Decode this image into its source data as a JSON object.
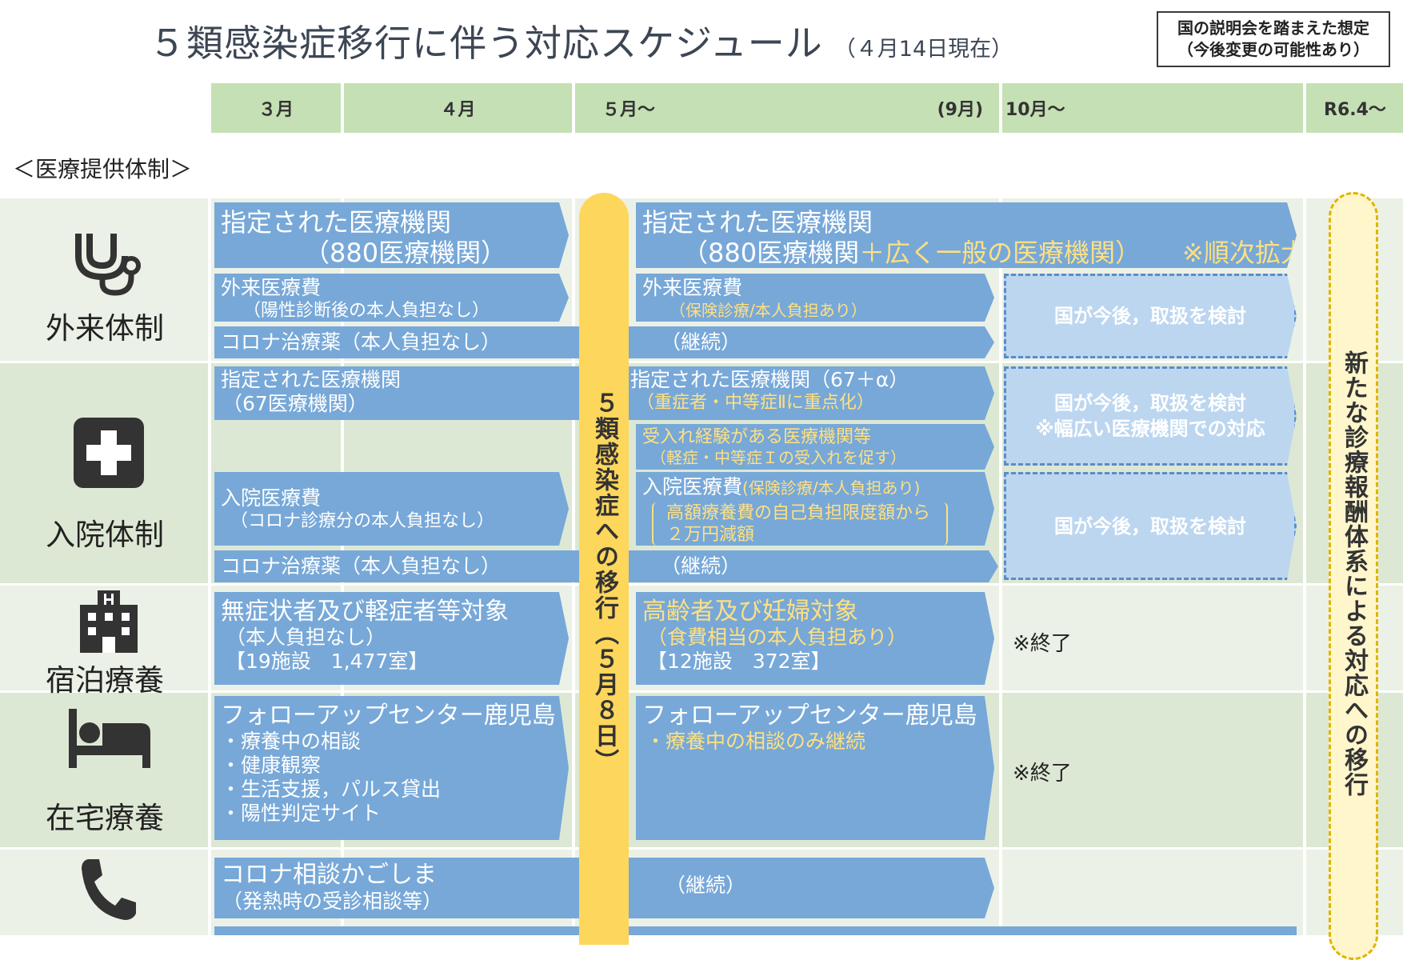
{
  "title": "５類感染症移行に伴う対応スケジュール",
  "title_date": "（４月14日現在）",
  "assumption_note": [
    "国の説明会を踏まえた想定",
    "（今後変更の可能性あり）"
  ],
  "columns": {
    "mar": "３月",
    "apr": "４月",
    "may": "５月～",
    "sep": "(9月)",
    "oct": "10月～",
    "r6": "R6.4～"
  },
  "section_label": "＜医療提供体制＞",
  "rows": {
    "outpatient": "外来体制",
    "inpatient": "入院体制",
    "lodging": "宿泊療養",
    "home": "在宅療養"
  },
  "outpatient": {
    "pre_facility_1": "指定された医療機関",
    "pre_facility_2": "（880医療機関）",
    "post_facility_1": "指定された医療機関",
    "post_facility_2a": "（880医療機関",
    "post_facility_2b": "＋広く一般の医療機関）",
    "post_facility_2c": "※順次拡大",
    "pre_cost_1": "外来医療費",
    "pre_cost_2": "（陽性診断後の本人負担なし）",
    "post_cost_1": "外来医療費",
    "post_cost_2": "（保険診療/本人負担あり）",
    "pre_drug": "コロナ治療薬（本人負担なし）",
    "post_drug": "（継続）",
    "future": "国が今後，取扱を検討"
  },
  "inpatient": {
    "pre_facility_1": "指定された医療機関",
    "pre_facility_2": "（67医療機関）",
    "post_facility_1": "指定された医療機関（67＋α）",
    "post_facility_2": "（重症者・中等症Ⅱに重点化）",
    "post_exp_1": "受入れ経験がある医療機関等",
    "post_exp_2": "（軽症・中等症Ｉの受入れを促す）",
    "future_1_a": "国が今後，取扱を検討",
    "future_1_b": "※幅広い医療機関での対応",
    "pre_cost_1": "入院医療費",
    "pre_cost_2": "（コロナ診療分の本人負担なし）",
    "post_cost_1a": "入院医療費",
    "post_cost_1b": "(保険診療/本人負担あり)",
    "post_cost_2": "高額療養費の自己負担限度額から",
    "post_cost_3": "２万円減額",
    "future_2": "国が今後，取扱を検討",
    "pre_drug": "コロナ治療薬（本人負担なし）",
    "post_drug": "（継続）"
  },
  "lodging": {
    "pre_1": "無症状者及び軽症者等対象",
    "pre_2": "（本人負担なし）",
    "pre_3": "【19施設　1,477室】",
    "post_1": "高齢者及び妊婦対象",
    "post_2": "（食費相当の本人負担あり）",
    "post_3": "【12施設　372室】",
    "end": "※終了"
  },
  "home": {
    "pre_1": "フォローアップセンター鹿児島",
    "pre_2": "・療養中の相談",
    "pre_3": "・健康観察",
    "pre_4": "・生活支援，パルス貸出",
    "pre_5": "・陽性判定サイト",
    "post_1": "フォローアップセンター鹿児島",
    "post_2": "・療養中の相談のみ継続",
    "end": "※終了"
  },
  "consult": {
    "pre_1": "コロナ相談かごしま",
    "pre_2": "（発熱時の受診相談等）",
    "post": "（継続）"
  },
  "pillar_text": "５類感染症への移行（５月８日）",
  "right_pill_text": "新たな診療報酬体系による対応への移行",
  "colors": {
    "header_green": "#c5e0b4",
    "arrow_blue": "#77a8d8",
    "pillar_yellow": "#fdd65c",
    "highlight_yellow": "#ffe082"
  }
}
